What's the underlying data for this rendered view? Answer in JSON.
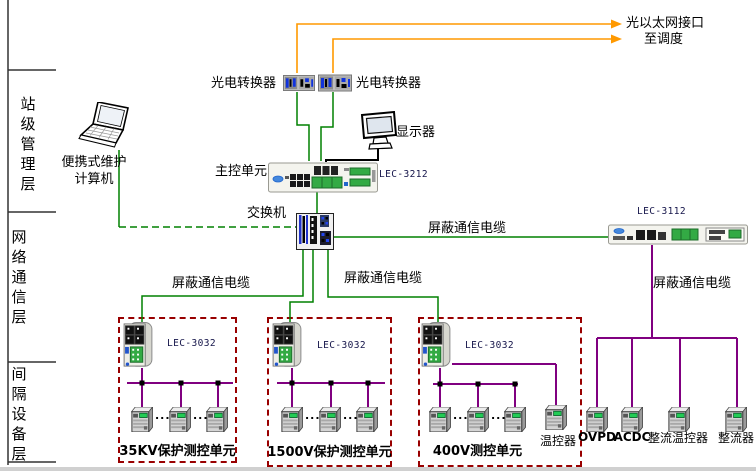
{
  "layers": {
    "station": "站级管理层",
    "network": "网络通信层",
    "bay": "间隔设备层"
  },
  "top_right": {
    "line1": "光以太网接口",
    "line2": "至调度"
  },
  "station_layer": {
    "laptop_label_line1": "便携式维护",
    "laptop_label_line2": "计算机",
    "monitor_label": "显示器",
    "converter_left_label": "光电转换器",
    "converter_right_label": "光电转换器",
    "main_unit_label": "主控单元",
    "main_unit_model": "LEC-3212"
  },
  "network_layer": {
    "switch_label": "交换机",
    "remote_unit_model": "LEC-3112",
    "cable_main": "屏蔽通信电缆",
    "cable_bay1": "屏蔽通信电缆",
    "cable_bay23": "屏蔽通信电缆",
    "cable_right": "屏蔽通信电缆"
  },
  "bays": [
    {
      "model": "LEC-3032",
      "label": "35KV保护测控单元"
    },
    {
      "model": "LEC-3032",
      "label": "1500V保护测控单元"
    },
    {
      "model": "LEC-3032",
      "label": "400V测控单元",
      "extra_device_label": "温控器"
    }
  ],
  "right_devices": [
    {
      "label": "OVPD"
    },
    {
      "label": "ACDC"
    },
    {
      "label": "整流温控器"
    },
    {
      "label": "整流器"
    }
  ],
  "misc": {
    "ellipsis": "..."
  },
  "colors": {
    "orange": "#FF9900",
    "green": "#008000",
    "purple": "#800080",
    "box_red": "#990000"
  }
}
